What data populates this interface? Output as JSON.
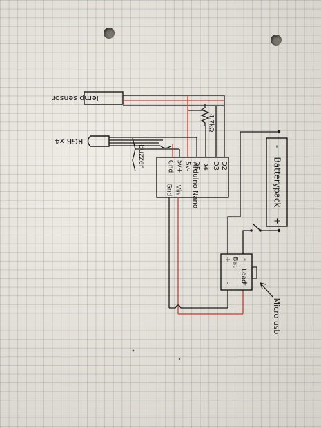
{
  "labels": {
    "temp_sensor": "Temp sensor",
    "rgb": "RGB x4",
    "resistor": "4.7kΩ",
    "buzzer": "Buzzer",
    "arduino_title": "Arduino Nano",
    "pin_d2": "D2",
    "pin_d3": "D3",
    "pin_d4": "D4",
    "pin_d5": "D5",
    "pin_5v_minus": "5v-",
    "pin_5v_plus": "5v+",
    "pin_gnd_left": "Gnd",
    "pin_vin": "Vin",
    "pin_gnd": "Gnd",
    "battery": "Batterypack",
    "battery_minus": "-",
    "battery_plus": "+",
    "charger_plus": "+",
    "charger_minus_top": "-",
    "charger_bat": "Bat",
    "charger_load": "Load",
    "charger_plus_right": "+",
    "charger_minus_right": "-",
    "micro_usb": "Micro usb"
  },
  "colors": {
    "ink": "#1b1b1b",
    "red_wire": "#d23a2e",
    "paper": "#ece8df"
  }
}
